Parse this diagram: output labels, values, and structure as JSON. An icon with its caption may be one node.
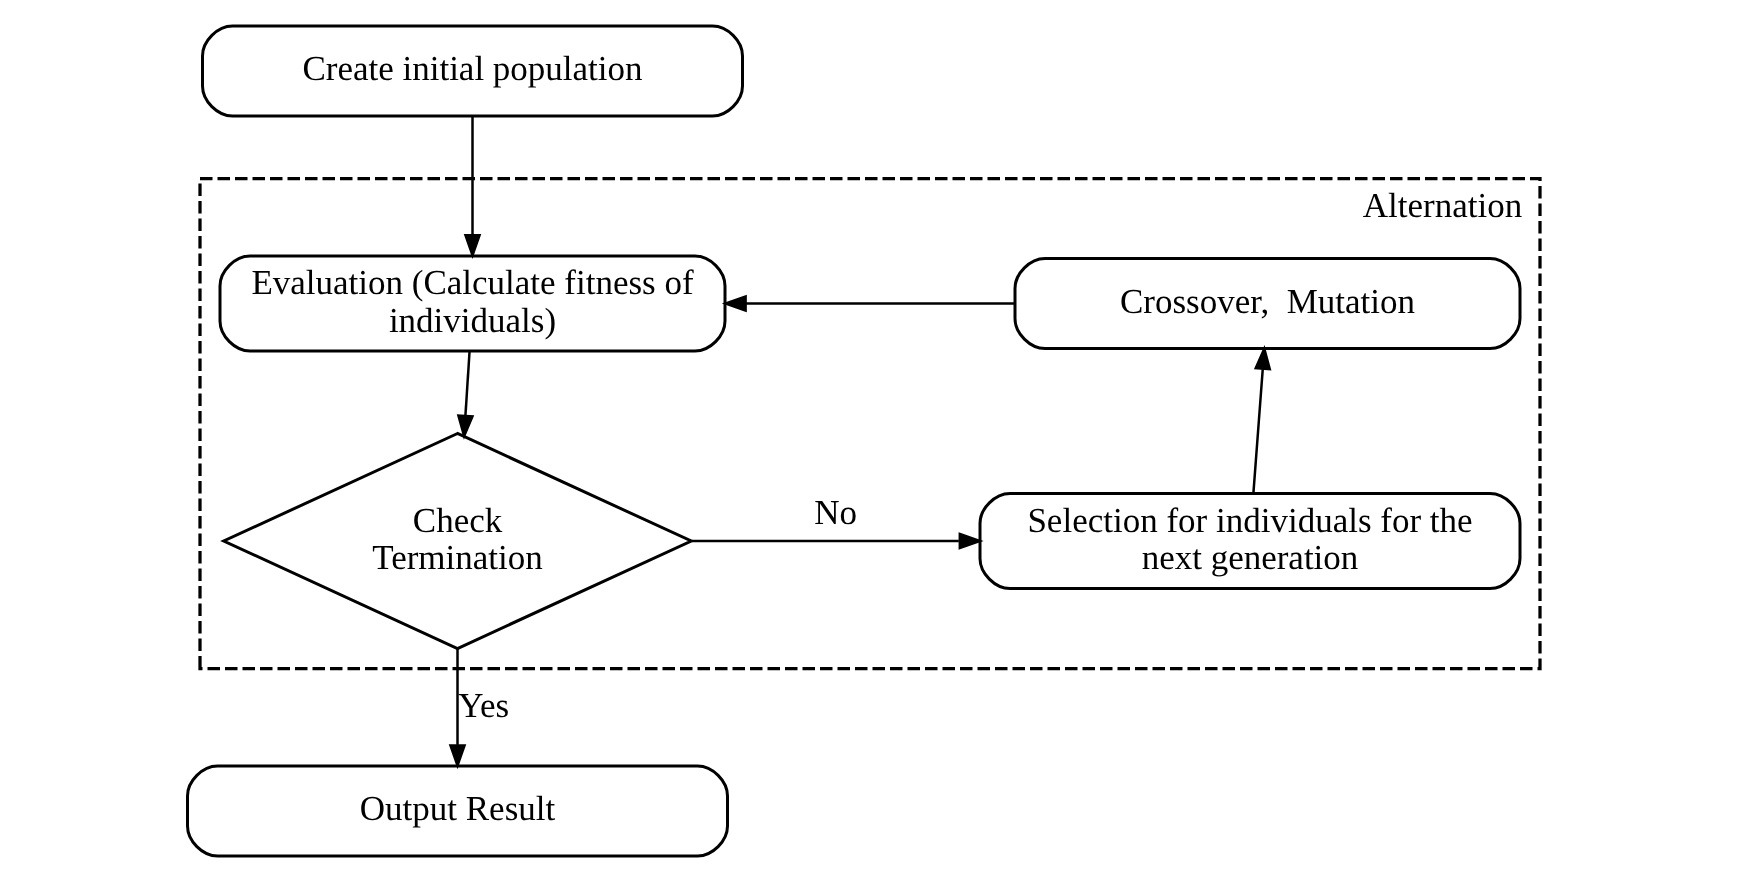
{
  "diagram": {
    "nodes": [
      {
        "text": [
          "Create initial population"
        ]
      },
      {
        "text": [
          "Alternation"
        ]
      },
      {
        "text": [
          "Evaluation (Calculate fitness of individuals)"
        ],
        "in": 1
      },
      {
        "text": [
          "Crossover,  Mutation"
        ],
        "in": 1
      },
      {
        "text": [
          "Check Termination"
        ],
        "in": 1
      },
      {
        "text": [
          "Selection for individuals for the next generation"
        ],
        "in": 1
      },
      {
        "text": [
          "Output Result"
        ]
      }
    ],
    "edges": [
      {
        "from": 0,
        "to": 2,
        "arrow": "to"
      },
      {
        "from": 2,
        "to": 4,
        "arrow": "to"
      },
      {
        "from": 4,
        "to": 5,
        "arrow": "to",
        "label": "No"
      },
      {
        "from": 5,
        "to": 3,
        "arrow": "to"
      },
      {
        "from": 3,
        "to": 2,
        "arrow": "to"
      },
      {
        "from": 4,
        "to": 6,
        "arrow": "to",
        "label": "Yes"
      }
    ]
  }
}
